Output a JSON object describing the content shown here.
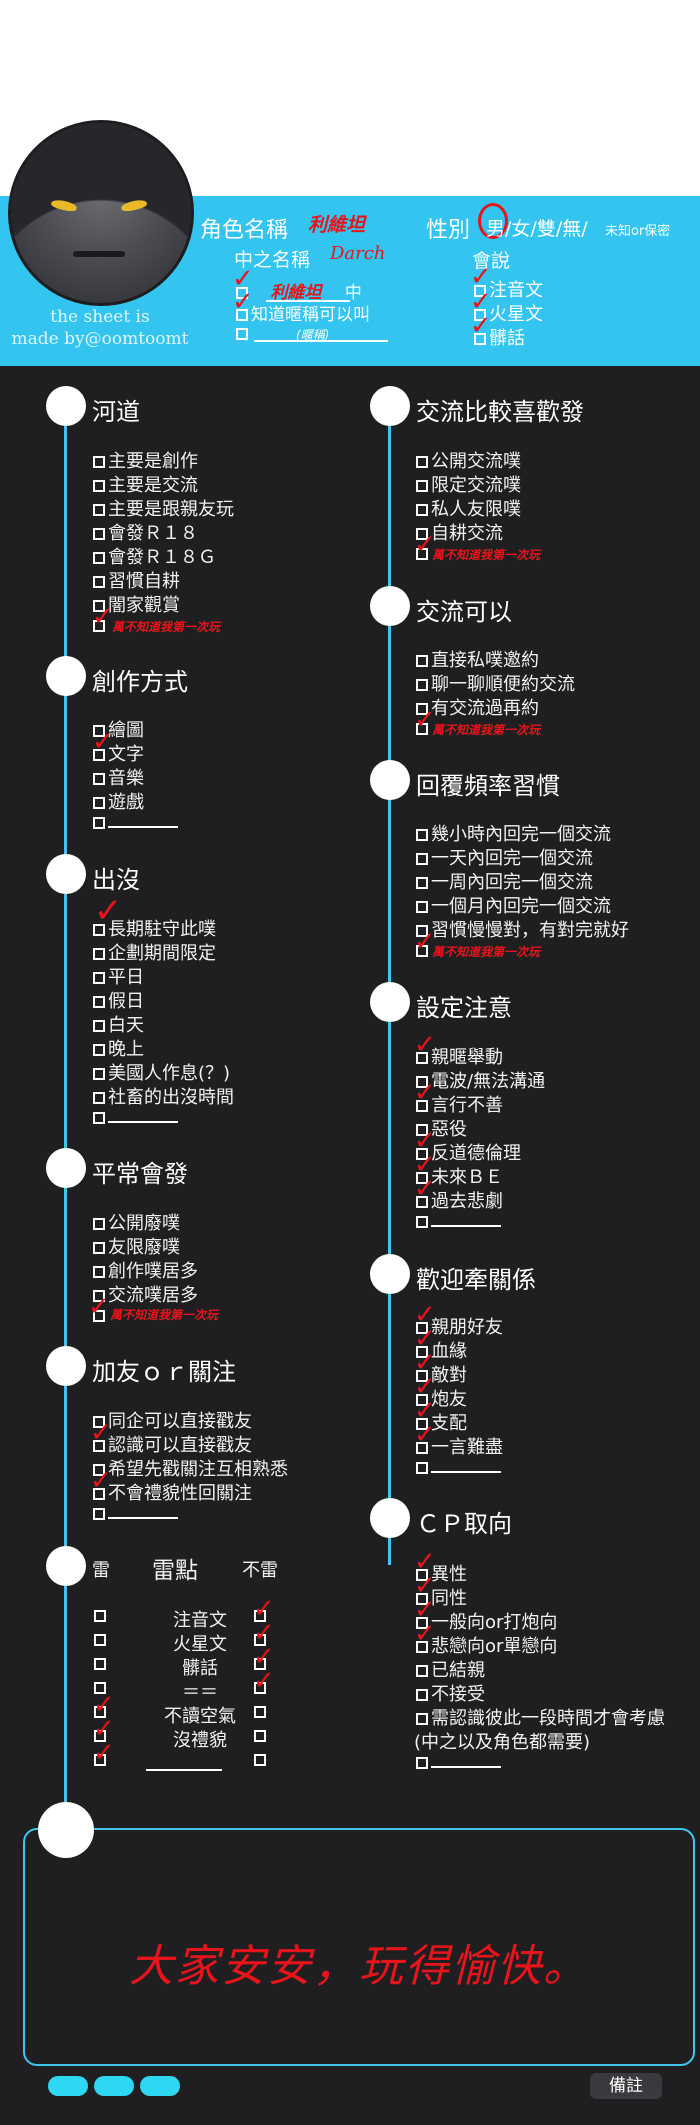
{
  "header": {
    "credit_line1": "the sheet is",
    "credit_line2": "made by@oomtoomt",
    "role_name_label": "角色名稱",
    "role_name_value": "利維坦",
    "gender_label": "性別",
    "gender_options": "男/女/雙/無/",
    "gender_other": "未知or保密",
    "cn_name_label": "中之名稱",
    "cn_name_value": "Darch",
    "nickname_value": "利維坦",
    "middle_char": "中",
    "know_call": "知道暱稱可以叫",
    "nickname_hint": "(暱稱)",
    "speaks_label": "會說",
    "speaks": [
      "注音文",
      "火星文",
      "髒話"
    ]
  },
  "handwritten_note": "萬不知道我第一次玩",
  "left": {
    "hedao": {
      "title": "河道",
      "items": [
        "主要是創作",
        "主要是交流",
        "主要是跟親友玩",
        "會發Ｒ１８",
        "會發Ｒ１８Ｇ",
        "習慣自耕",
        "闇家觀賞"
      ]
    },
    "creation": {
      "title": "創作方式",
      "items": [
        "繪圖",
        "文字",
        "音樂",
        "遊戲"
      ]
    },
    "appear": {
      "title": "出沒",
      "items": [
        "長期駐守此噗",
        "企劃期間限定",
        "平日",
        "假日",
        "白天",
        "晚上",
        "美國人作息(？)",
        "社畜的出沒時間"
      ]
    },
    "usual": {
      "title": "平常會發",
      "items": [
        "公開廢噗",
        "友限廢噗",
        "創作噗居多",
        "交流噗居多"
      ]
    },
    "friend": {
      "title": "加友ｏｒ關注",
      "items": [
        "同企可以直接戳友",
        "認識可以直接戳友",
        "希望先戳關注互相熟悉",
        "不會禮貌性回關注"
      ]
    },
    "trap": {
      "col1": "雷",
      "col2": "雷點",
      "col3": "不雷",
      "items": [
        "注音文",
        "火星文",
        "髒話",
        "＝＝",
        "不讀空氣",
        "沒禮貌"
      ]
    }
  },
  "right": {
    "like_exchange": {
      "title": "交流比較喜歡發",
      "items": [
        "公開交流噗",
        "限定交流噗",
        "私人友限噗",
        "自耕交流"
      ]
    },
    "exchange_ok": {
      "title": "交流可以",
      "items": [
        "直接私噗邀約",
        "聊一聊順便約交流",
        "有交流過再約"
      ]
    },
    "reply": {
      "title": "回覆頻率習慣",
      "items": [
        "幾小時內回完一個交流",
        "一天內回完一個交流",
        "一周內回完一個交流",
        "一個月內回完一個交流",
        "習慣慢慢對，有對完就好"
      ]
    },
    "caution": {
      "title": "設定注意",
      "items": [
        "親暱舉動",
        "電波/無法溝通",
        "言行不善",
        "惡役",
        "反道德倫理",
        "未來ＢＥ",
        "過去悲劇"
      ]
    },
    "relation": {
      "title": "歡迎牽關係",
      "items": [
        "親朋好友",
        "血緣",
        "敵對",
        "炮友",
        "支配",
        "一言難盡"
      ]
    },
    "cp": {
      "title": "ＣＰ取向",
      "items": [
        "異性",
        "同性",
        "一般向or打炮向",
        "悲戀向or單戀向",
        "已結親",
        "不接受",
        "需認識彼此一段時間才會考慮",
        "(中之以及角色都需要)"
      ]
    }
  },
  "footer": {
    "slogan": "大家安安，玩得愉快。",
    "note_button": "備註"
  },
  "colors": {
    "accent": "#33c4ef",
    "check": "#e8141b",
    "background": "#1f1f21"
  }
}
